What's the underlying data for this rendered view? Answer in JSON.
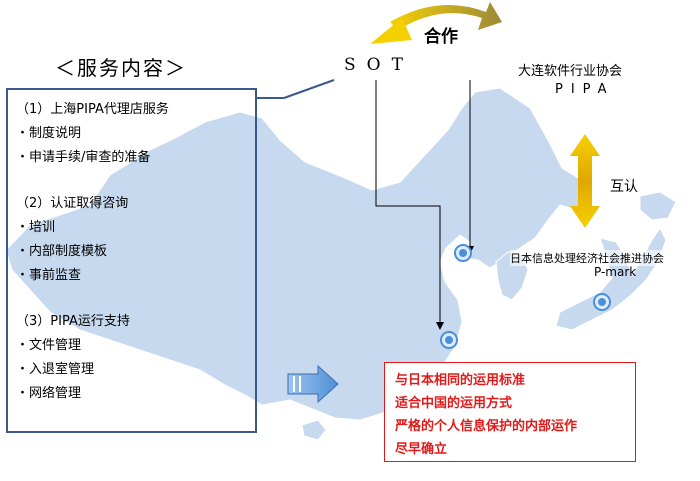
{
  "service": {
    "title": "＜服务内容＞",
    "lines": [
      "（1）上海PIPA代理店服务",
      "・制度说明",
      "・申请手续/审查的准备",
      "（2）认证取得咨询",
      "・培训",
      "・内部制度模板",
      "・事前监查",
      "（3）PIPA运行支持",
      "・文件管理",
      "・入退室管理",
      "・网络管理"
    ]
  },
  "labels": {
    "sot": "SOT",
    "cooperation": "合作",
    "dalian_association": "大连软件行业协会",
    "pipa": "PIPA",
    "mutual_recognition": "互认",
    "jipdec": "日本信息处理经济社会推进协会",
    "pmark": "P-mark"
  },
  "benefits": [
    "与日本相同的运用标准",
    "适合中国的运用方式",
    "严格的个人信息保护的内部运作",
    "尽早确立"
  ],
  "colors": {
    "map_fill": "#c7d9ef",
    "map_stroke": "#ffffff",
    "box_border": "#3a5a8c",
    "accent_yellow": "#f5d000",
    "accent_olive": "#b8a24a",
    "marker_blue": "#4a90d9",
    "arrow_blue": "#6ea8e0",
    "red": "#e21a1a"
  }
}
